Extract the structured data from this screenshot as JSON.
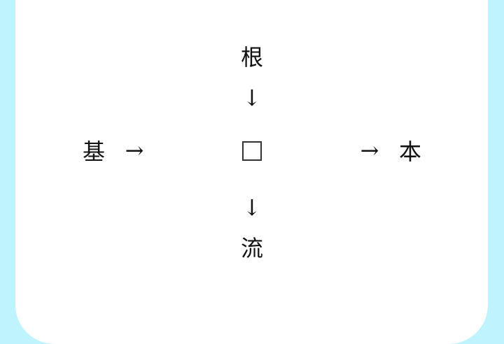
{
  "puzzle": {
    "top": "根",
    "bottom": "流",
    "left": "基",
    "right": "本",
    "arrow_down": "↓",
    "arrow_right": "→"
  }
}
